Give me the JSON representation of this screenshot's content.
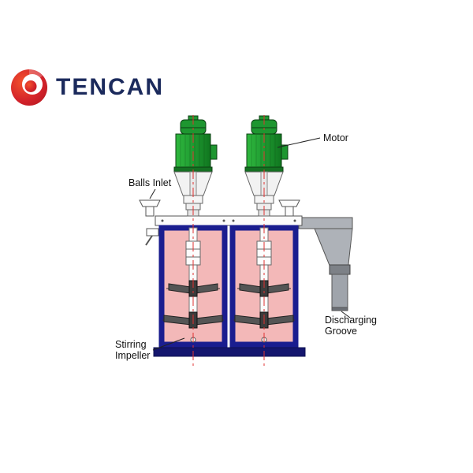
{
  "logo": {
    "text": "TENCAN",
    "brand_red": "#d3222a",
    "brand_navy": "#1b2a5c"
  },
  "annotations": {
    "motor": {
      "label": "Motor"
    },
    "balls_inlet": {
      "label": "Balls Inlet"
    },
    "discharging_groove": {
      "line1": "Discharging",
      "line2": "Groove"
    },
    "stirring_impeller": {
      "line1": "Stirring",
      "line2": "Impeller"
    }
  },
  "colors": {
    "motor_green": "#1f9a31",
    "tank_pink": "#f3b8b8",
    "frame_blue": "#1a1d8f",
    "base_blue": "#14166e",
    "chute_gray": "#aeb2b8",
    "centerline_red": "#e03131",
    "outline": "#333333"
  }
}
